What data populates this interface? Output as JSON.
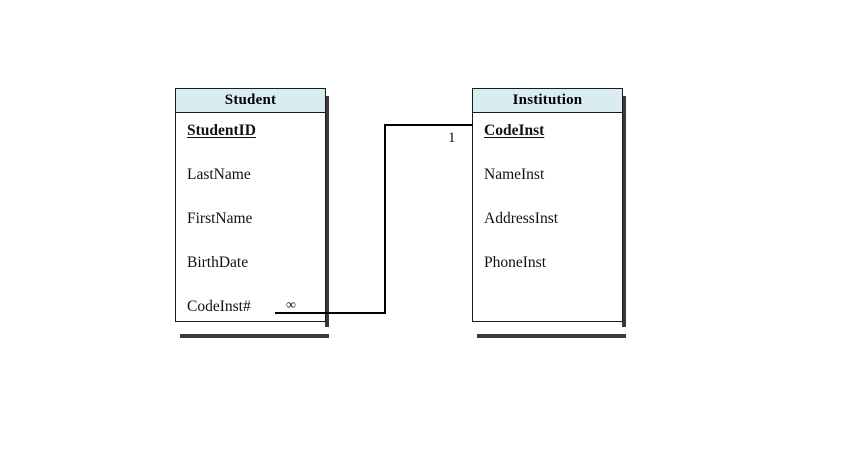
{
  "diagram": {
    "type": "entity-relationship-diagram",
    "background_color": "#ffffff",
    "header_fill": "#d9ecf2",
    "border_color": "#1a1a1a",
    "shadow_color": "#3a3a3a"
  },
  "entities": [
    {
      "id": "student",
      "title": "Student",
      "fields": [
        {
          "name": "StudentID",
          "key": "primary"
        },
        {
          "name": "LastName",
          "key": "none"
        },
        {
          "name": "FirstName",
          "key": "none"
        },
        {
          "name": "BirthDate",
          "key": "none"
        },
        {
          "name": "CodeInst#",
          "key": "foreign"
        }
      ]
    },
    {
      "id": "institution",
      "title": "Institution",
      "fields": [
        {
          "name": "CodeInst",
          "key": "primary"
        },
        {
          "name": "NameInst",
          "key": "none"
        },
        {
          "name": "AddressInst",
          "key": "none"
        },
        {
          "name": "PhoneInst",
          "key": "none"
        }
      ]
    }
  ],
  "relationship": {
    "from_entity": "student",
    "from_field": "CodeInst#",
    "to_entity": "institution",
    "to_field": "CodeInst",
    "cardinality_from": "∞",
    "cardinality_to": "1"
  }
}
